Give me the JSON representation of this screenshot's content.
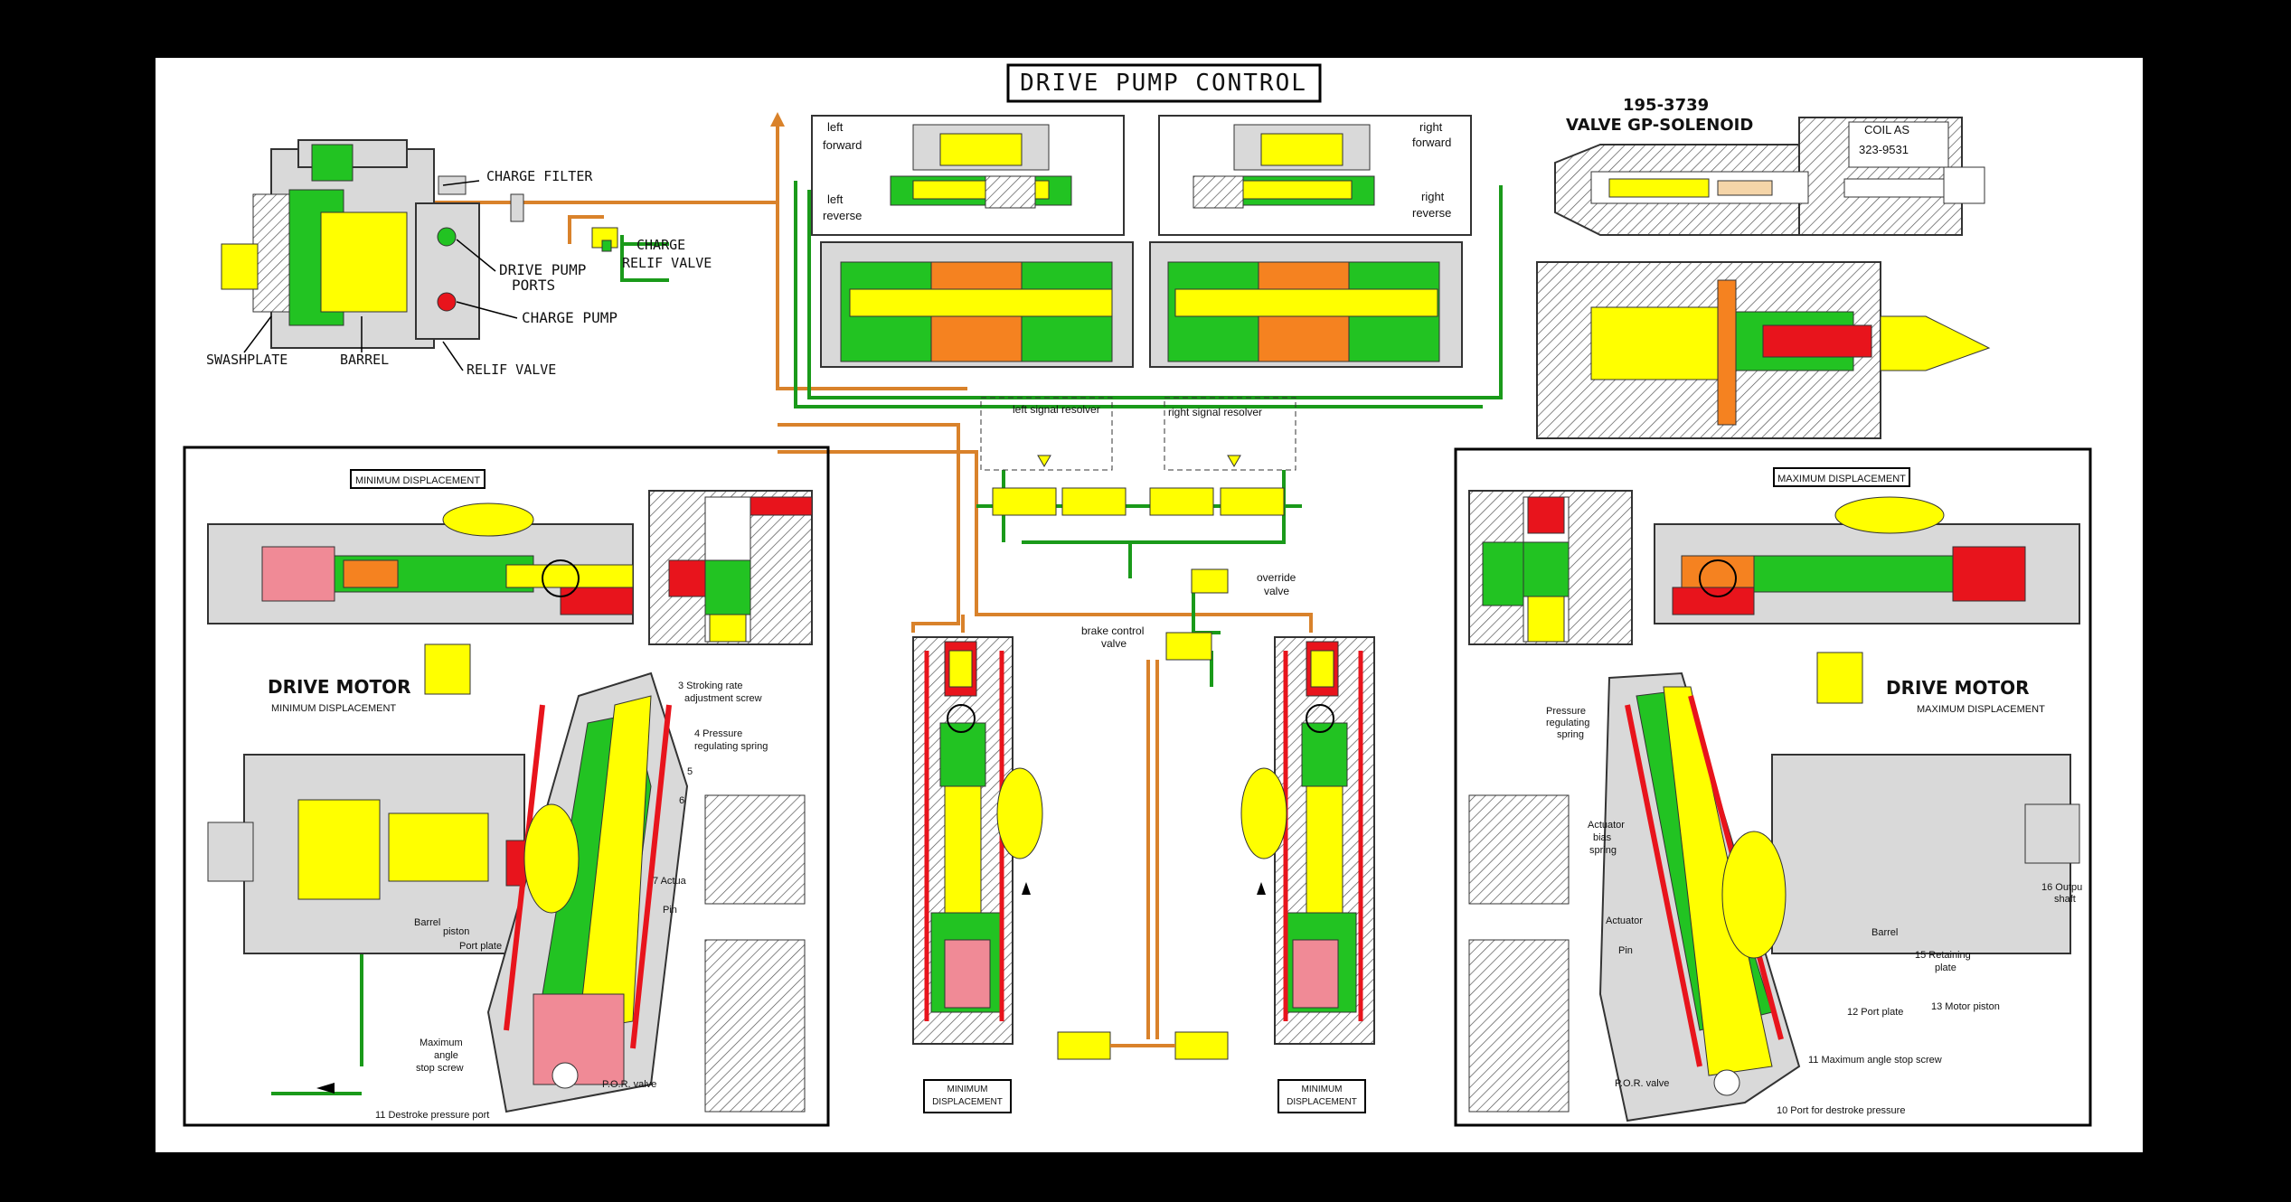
{
  "title": "DRIVE PUMP CONTROL",
  "pump": {
    "charge_filter": "CHARGE FILTER",
    "charge_relief_1": "CHARGE",
    "charge_relief_2": "RELIF VALVE",
    "drive_pump_1": "DRIVE PUMP",
    "drive_pump_2": "PORTS",
    "charge_pump": "CHARGE PUMP",
    "relief_valve": "RELIF VALVE",
    "swashplate": "SWASHPLATE",
    "barrel": "BARREL"
  },
  "control_valve": {
    "left_forward_1": "left",
    "left_forward_2": "forward",
    "left_reverse_1": "left",
    "left_reverse_2": "reverse",
    "right_forward_1": "right",
    "right_forward_2": "forward",
    "right_reverse_1": "right",
    "right_reverse_2": "reverse",
    "left_resolver": "left signal resolver",
    "right_resolver": "right signal resolver",
    "override_1": "override",
    "override_2": "valve",
    "brake_1": "brake control",
    "brake_2": "valve"
  },
  "solenoid": {
    "part_number": "195-3739",
    "name": "VALVE GP-SOLENOID",
    "coil_1": "COIL AS",
    "coil_2": "323-9531"
  },
  "left_motor": {
    "badge": "MINIMUM DISPLACEMENT",
    "title": "DRIVE MOTOR",
    "subtitle": "MINIMUM DISPLACEMENT",
    "l3a": "3 Stroking rate",
    "l3b": "adjustment screw",
    "l4a": "4 Pressure",
    "l4b": "regulating spring",
    "l5": "5",
    "l6": "6",
    "l7": "7 Actua",
    "pin": "Pin",
    "barrel": "Barrel",
    "piston": "piston",
    "port_plate": "Port plate",
    "max_angle_1": "Maximum",
    "max_angle_2": "angle",
    "max_angle_3": "stop screw",
    "por_valve": "P.O.R. valve",
    "destroke": "11 Destroke pressure port"
  },
  "right_motor": {
    "badge": "MAXIMUM DISPLACEMENT",
    "title": "DRIVE MOTOR",
    "subtitle": "MAXIMUM DISPLACEMENT",
    "prs_1": "Pressure",
    "prs_2": "regulating",
    "prs_3": "spring",
    "act_1": "Actuator",
    "act_2": "bias",
    "act_3": "spring",
    "actuator": "Actuator",
    "pin": "Pin",
    "barrel": "Barrel",
    "l15a": "15 Retaining",
    "l15b": "plate",
    "l12": "12 Port plate",
    "l13": "13 Motor piston",
    "l16a": "16 Outpu",
    "l16b": "shaft",
    "l11": "11 Maximum angle stop screw",
    "por_valve": "P.O.R. valve",
    "l10": "10 Port for destroke pressure"
  },
  "center_motors": {
    "left_badge_1": "MINIMUM",
    "left_badge_2": "DISPLACEMENT",
    "right_badge_1": "MINIMUM",
    "right_badge_2": "DISPLACEMENT"
  },
  "colors": {
    "green": "#22c322",
    "yellow": "#ffff00",
    "orange": "#f58220",
    "red": "#e8141c",
    "pink": "#f08a96",
    "gray": "#d9d9d9",
    "line_orange": "#d9822b",
    "line_green": "#1a9a1a"
  }
}
